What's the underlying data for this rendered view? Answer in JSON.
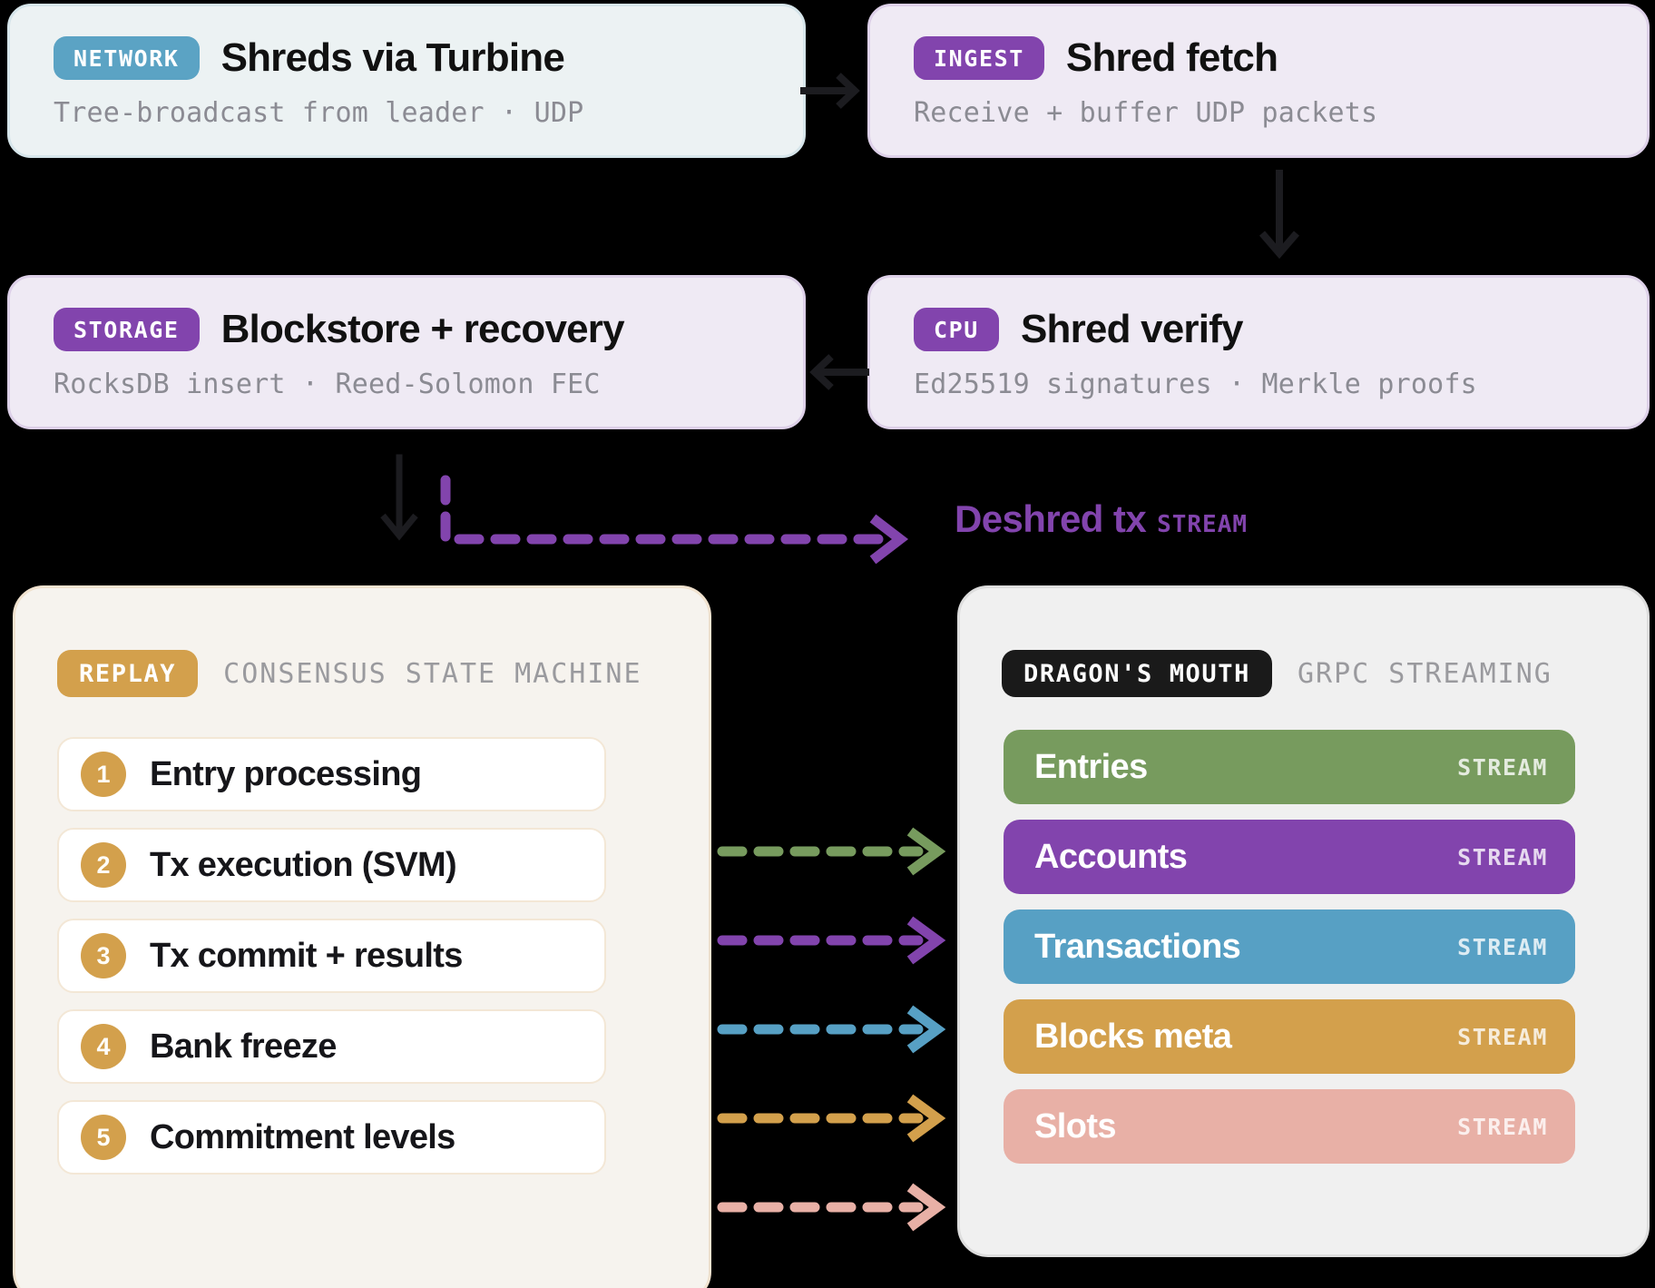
{
  "colors": {
    "background": "#000000",
    "network_chip": "#5ba3c4",
    "purple_chip": "#8244ad",
    "gold_chip": "#d3a04c",
    "black_chip": "#1a1a1a",
    "arrow_dark": "#1c1c20",
    "deshred_purple": "#8244ad",
    "replay_panel_bg": "#f6f3ee",
    "dragon_panel_bg": "#f0f0f0"
  },
  "pipeline_cards": [
    {
      "id": "network",
      "chip": "NETWORK",
      "title": "Shreds via Turbine",
      "subtitle": "Tree-broadcast from leader · UDP"
    },
    {
      "id": "ingest",
      "chip": "INGEST",
      "title": "Shred fetch",
      "subtitle": "Receive + buffer UDP packets"
    },
    {
      "id": "storage",
      "chip": "STORAGE",
      "title": "Blockstore + recovery",
      "subtitle": "RocksDB insert · Reed-Solomon FEC"
    },
    {
      "id": "cpu",
      "chip": "CPU",
      "title": "Shred verify",
      "subtitle": "Ed25519 signatures · Merkle proofs"
    }
  ],
  "deshred": {
    "label": "Deshred tx",
    "tag": "STREAM",
    "color": "#8244ad"
  },
  "replay_panel": {
    "chip": "REPLAY",
    "subtitle": "CONSENSUS STATE MACHINE",
    "steps": [
      {
        "num": "1",
        "label": "Entry processing"
      },
      {
        "num": "2",
        "label": "Tx execution (SVM)"
      },
      {
        "num": "3",
        "label": "Tx commit + results"
      },
      {
        "num": "4",
        "label": "Bank freeze"
      },
      {
        "num": "5",
        "label": "Commitment levels"
      }
    ]
  },
  "dragon_panel": {
    "chip": "DRAGON'S MOUTH",
    "subtitle": "GRPC STREAMING",
    "streams": [
      {
        "name": "Entries",
        "tag": "STREAM",
        "color": "#779b5e"
      },
      {
        "name": "Accounts",
        "tag": "STREAM",
        "color": "#8244ad"
      },
      {
        "name": "Transactions",
        "tag": "STREAM",
        "color": "#57a0c4"
      },
      {
        "name": "Blocks meta",
        "tag": "STREAM",
        "color": "#d3a04c"
      },
      {
        "name": "Slots",
        "tag": "STREAM",
        "color": "#e8b0a6"
      }
    ]
  },
  "connectors": [
    {
      "from": "Entry processing",
      "to": "Entries",
      "color": "#779b5e",
      "style": "dashed"
    },
    {
      "from": "Tx execution (SVM)",
      "to": "Accounts",
      "color": "#8244ad",
      "style": "dashed"
    },
    {
      "from": "Tx commit + results",
      "to": "Transactions",
      "color": "#57a0c4",
      "style": "dashed"
    },
    {
      "from": "Bank freeze",
      "to": "Blocks meta",
      "color": "#d3a04c",
      "style": "dashed"
    },
    {
      "from": "Commitment levels",
      "to": "Slots",
      "color": "#e8b0a6",
      "style": "dashed"
    }
  ]
}
